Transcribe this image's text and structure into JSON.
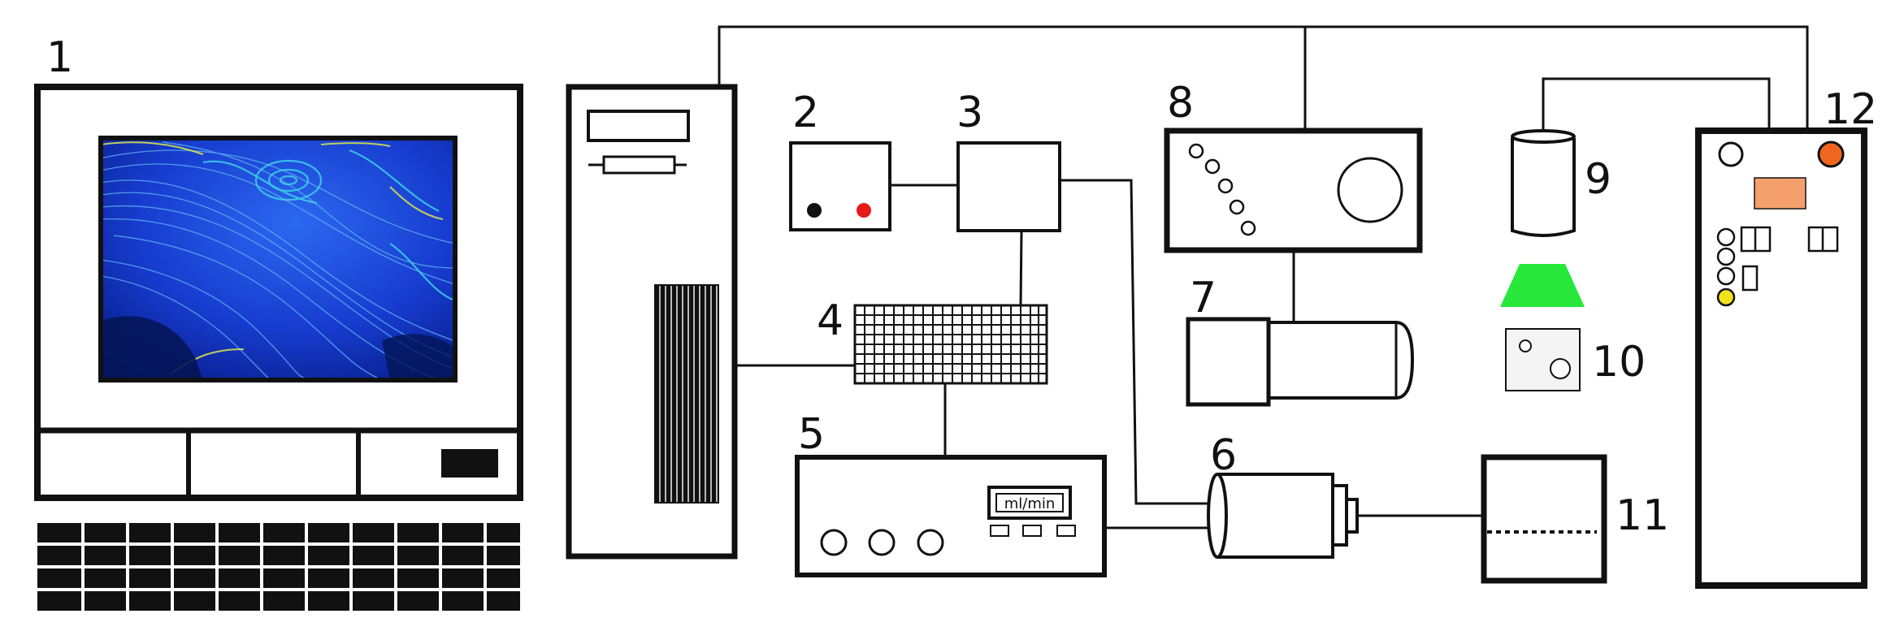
{
  "labels": {
    "n1": "1",
    "n2": "2",
    "n3": "3",
    "n4": "4",
    "n5": "5",
    "n6": "6",
    "n7": "7",
    "n8": "8",
    "n9": "9",
    "n10": "10",
    "n11": "11",
    "n12": "12"
  },
  "pump_display": "ml/min",
  "icons": {
    "monitor": "monitor-icon",
    "keyboard": "keyboard-icon",
    "pc_tower": "pc-tower-icon",
    "power_supply": "power-supply-icon",
    "controller": "controller-box-icon",
    "breadboard": "grid-interface-icon",
    "syringe_pump": "syringe-pump-icon",
    "motor": "motor-icon",
    "camera": "camera-icon",
    "oscilloscope": "oscilloscope-icon",
    "cylinder_lens": "cylinder-lens-icon",
    "light_sheet": "light-sheet-icon",
    "sample_cell": "sample-cell-icon",
    "tank": "tank-icon",
    "laser_controller": "laser-controller-icon"
  },
  "colors": {
    "line": "#111111",
    "light_sheet": "#27e83a",
    "red_knob": "#e81a1a",
    "orange_knob": "#f0661e",
    "orange_display": "#f5a06c",
    "yellow_knob": "#f2e21e",
    "flow_dark": "#02105a",
    "flow_blue": "#1f4ee8",
    "flow_cyan": "#3fd8e8",
    "flow_yellow": "#dfe84a"
  }
}
